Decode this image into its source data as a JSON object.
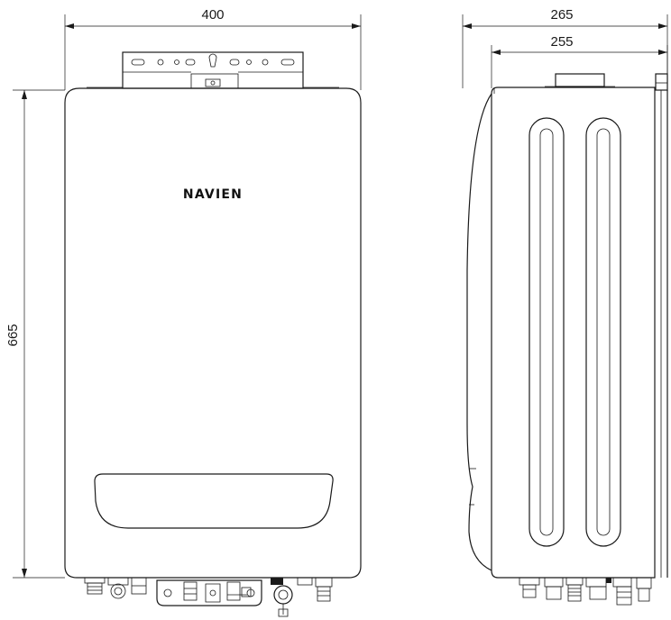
{
  "dimensions": {
    "front_width": "400",
    "side_depth_total": "265",
    "side_depth_body": "255",
    "height": "665"
  },
  "front_view": {
    "brand_logo": "NAVIEN"
  },
  "colors": {
    "line": "#1a1a1a",
    "background": "#ffffff"
  }
}
